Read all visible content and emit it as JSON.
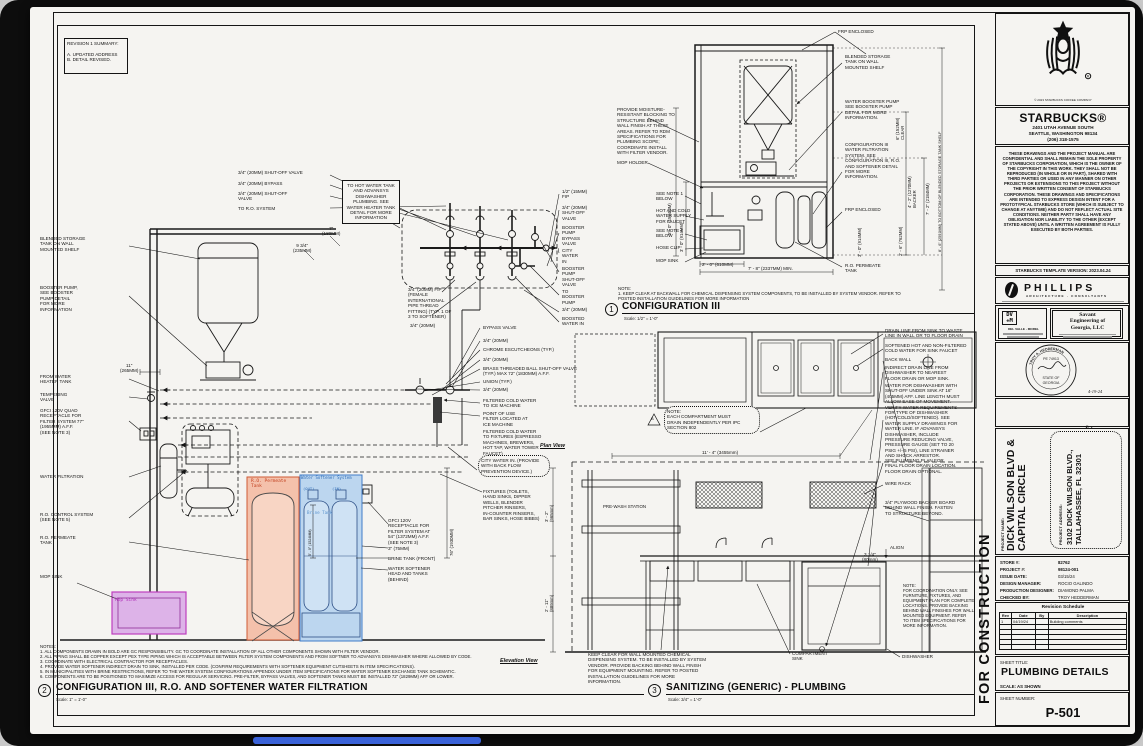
{
  "sheet": {
    "for_construction": "FOR CONSTRUCTION",
    "revision_summary": "REVISION 1 SUMMARY:\n\nA. UPDATED ADDRESS\nB. DETAIL REVISED."
  },
  "d1": {
    "num": "1",
    "title": "CONFIGURATION III",
    "scale": "Scale:  1/2\" = 1'-0\"",
    "note": "NOTE:\n1.  KEEP CLEAR AT BACKWALL FOR CHEMICAL DISPENSING SYSTEM COMPONENTS, TO BE INSTALLED BY SYSTEM VENDOR.  REFER TO\n     POSTED INSTALLATION GUIDELINES FOR MORE INFORMATION",
    "c": [
      "FRP ENCLOSED",
      "BLENDED STORAGE\nTANK ON WALL\nMOUNTED SHELF",
      "WATER BOOSTER PUMP\nSEE BOOSTER PUMP\nDETAIL FOR MORE\nINFORMATION.",
      "CONFIGURATION III\nWATER FILTRATION\nSYSTEM.  SEE\nCONFIGURATION III, R.O.\nAND SOFTENER DETAIL\nFOR MORE\nINFORMATION.",
      "FRP ENCLOSED",
      "R.O. PERMEATE\nTANK",
      "PROVIDE MOISTURE-\nRESISTANT BLOCKING TO\nSTRUCTURE BEHIND\nWALL FINISH AT THESE\nAREAS.  REFER TO RDM\nSPECIFICATIONS FOR\nPLUMBING SCOPE;\nCOORDINATE INSTALL\nWITH FILTER VENDOR.",
      "MOP HOLDER",
      "SEE NOTE 1\nBELOW",
      "HOT AND COLD\nWATER SUPPLY\nFOR FAUCET",
      "SEE NOTE 1\nBELOW",
      "HOSE CLIP",
      "MOP SINK"
    ],
    "dims": [
      "5' - 0\" (1524MM)",
      "3' - 0\" (914MM)",
      "2' - 0\" (610MM)",
      "7' - 8\" (2337MM) MIN.",
      "6\" (152MM)\nCLEAR",
      "4' - 2\" (1270MM)\nBACKER",
      "7' - 2\" (2184MM)",
      "2' - 6\" (762MM)",
      "8' - 6\" (2591MM) TO BOTTOM OF BLENDED STORAGE TANK SHELF",
      "3' - 0\" (914MM)"
    ]
  },
  "d2": {
    "num": "2",
    "title": "CONFIGURATION III, R.O. AND SOFTENER WATER FILTRATION",
    "scale": "Scale:  1\" = 1'-0\"",
    "notes": "NOTES:\n1.  ALL COMPONENTS DRAWN IN BOLD ARE GC RESPONSIBILITY.  GC TO COORDINATE INSTALLATION OF ALL OTHER COMPONENTS SHOWN WITH FILTER VENDOR.\n2.  ALL PIPING SHALL BE COPPER EXCEPT PEX TYPE PIPING WHICH IS ACCEPTABLE BETWEEN FILTER SYSTEM COMPONENTS AND FROM SOFTNER TO ADVANSYS DISHWASHER WHERE ALLOWED BY CODE.\n3.  COORDINATE WITH ELECTRICAL CONTRACTOR FOR RECEPTACLES.\n4.  PROVIDE WATER SOFTENER INDIRECT DRAIN TO SINK, INSTALLED PER CODE. (CONFIRM REQUIREMENTS WITH SOFTENER EQUIPMENT CUTSHEETS IN ITEM SPECIFICATIONS).\n5.  IN MUNICIPALITIES WITH BRINE RESTRICTIONS, REFER TO THE WATER SYSTEM CONFIGURATIONS APPENDIX UNDER ITEM SPECIFICATIONS FOR WATER SOFTENER EXCHANGE TANK SCHEMATIC.\n6.  COMPONENTS ARE TO BE POSITIONED TO MAXIMIZE ACCESS FOR REGULAR SERVICING. PRE-FILTER, BYPASS VALVES, AND SOFTENER TANKS MUST BE INSTALLED 72\" (1829MM) AFF OR LOWER.",
    "c": [
      "BLENDED STORAGE\nTANK ON WALL\nMOUNTED SHELF",
      "BOOSTER PUMP,\nSEE BOOSTER\nPUMP DETAIL\nFOR MORE\nINFORMATION",
      "FROM WATER\nHEATER TANK",
      "TEMPERING\nVALVE",
      "GFCI 120V QUAD\nRECEPTACLE FOR\nFILTER SYSTEM 77\"\n(1955MM) A.F.F.\n(SEE NOTE 3)",
      "WATER FILTRATION",
      "R.O. CONTROL SYSTEM\n(SEE NOTE 5)",
      "R.O. PERMEATE\nTANK",
      "MOP SINK",
      "TO HOT WATER TANK\nAND ADVANSYS\nDISHWASHER\nPLUMBING.  SEE\nWATER HEATER TANK\nDETAIL FOR MORE\nINFORMATION",
      "3/4\" (20MM) SHUT-OFF VALVE",
      "3/4\" (20MM) BYPASS",
      "3/4\" (20MM) SHUT-OFF\nVALVE",
      "TO R.O. SYSTEM",
      "1/2\" (15MM)\nFIP",
      "3/4\" (20MM)\nSHUT-OFF\nVALVE",
      "BOOSTER\nPUMP\nBYPASS\nVALVE",
      "CITY\nWATER\nIN",
      "BOOSTER\nPUMP\nSHUT-OFF\nVALVE",
      "TO\nBOOSTER\nPUMP",
      "3/4\" (20MM)",
      "BOOSTED\nWATER IN",
      "3/4\" (20MM) FIP\n(FEMALE\nINTERNATIONAL\nPIPE THREAD\nFITTING) (TYP. 1 OF\n3 TO SOFTENER)",
      "3/4\" (20MM)",
      "BYPASS VALVE",
      "3/4\" (20MM)",
      "CHROME ESCUTCHEONS (TYP.)",
      "3/4\" (20MM)",
      "BRASS THREADED BALL SHUT-OFF VALVE\n(TYP.) MAX 72\" (1830MM) A.F.F.",
      "UNION (TYP.)",
      "3/4\" (20MM)",
      "FILTERED COLD WATER\nTO ICE MACHINE",
      "POINT OF USE\nFILTER LOCATED AT\nICE MACHINE",
      "FILTERED COLD WATER\nTO FIXTURES (ESPRESSO\nMACHINES, BREWERS,\nHOT TAP, WATER TOWER\nFAUCET)",
      "CITY WATER IN. (PROVIDE\nWITH BACK FLOW\nPREVENTION DEVICE.)",
      "FIXTURES (TOILETS,\nHAND SINKS, DIPPER\nWELLS, BLENDER\nPITCHER RINSERS,\nIN-COUNTER RINSERS,\nBAR SINKS, HOSE BIBBS)",
      "GFCI 120V\nRECEPTACLE FOR\nFILTER SYSTEM AT\n54\" (1372MM) A.F.F.\n(SEE NOTE 3)",
      "3\" (75MM)",
      "BRINE TANK (FRONT)",
      "WATER SOFTENER\nHEAD AND TANKS\n(BEHIND)"
    ],
    "colored": {
      "ro": "R.O. Permeate\nTank",
      "ws": "Water Softener System",
      "out": "(OUT)",
      "in": "(IN)",
      "brine": "Brine Tank",
      "mop": "Mop Sink"
    },
    "dims": [
      "7\"\n(180MM)",
      "9 3/4\"\n(235MM)",
      "11\"\n(265MM)",
      "76\" (1930MM)",
      "5' - 0\" (1524MM)"
    ],
    "elev_label": "Elevation View"
  },
  "d3": {
    "num": "3",
    "title": "SANITIZING (GENERIC) - PLUMBING",
    "scale": "Scale:  3/4\" = 1'-0\"",
    "plan_label": "Plan View",
    "tri": "B",
    "c": [
      "DRAIN LINE FROM SINK TO WASTE\nLINE IN WALL OR TO FLOOR DRAIN",
      "SOFTENED HOT AND NON-FILTERED\nCOLD WATER FOR SINK FAUCET",
      "BACK WALL",
      "INDIRECT DRAIN LINE FROM\nDISHWASHER TO NEAREST\nFLOOR DRAIN OR MOP SINK.",
      "WATER FOR DISHWASHER WITH\nSHUT-OFF UNDER SINK AT 16\"\n(405MM) AFF. LINE LENGTH MUST\nALLOW EASE OF MOVEMENT.\nVERIFY WATER REQUIREMENTS\nFOR TYPE OF DISHWASHER\n(HOT/COLD/SOFTENED). SEE\nWATER SUPPLY DRAWINGS FOR\nWATER LINE.  IF ADVANSYS\nDISHWASHER, INCLUDE\nPRESSURE REDUCING VALVE,\nPRESSURE GAUGE (SET TO 20\nPSIG +/- 5 PSI), LINE STRAINER\nAND SHOCK ARRESTOR.",
      "SEE PLUMBING PLAN FOR\nFINAL FLOOR DRAIN LOCATION.\nFLOOR DRAIN OPTIONAL.",
      "WIRE RACK",
      "3/4\" PLYWOOD BACKER BOARD\nBEHIND WALL FINISH.  FASTEN\nTO STRUCTURE BEYOND.",
      "ALIGN",
      "3 1/4\"\n(80mm)",
      "NOTE:\nFOR COORDINATION ONLY.  SEE\nFURNITURE, FIXTURES, AND\nEQUIPMENT PLAN FOR COMPLETE\nLOCATIONS. PROVIDE BACKING\nBEHIND WALL FINISHES FOR WALL\nMOUNTED EQUIPMENT. REFER\nTO ITEM SPECIFICATIONS FOR\nMORE INFORMATION.",
      "COMPARTMENT\nSINK",
      "DISHWASHER",
      "KEEP CLEAR FOR WALL MOUNTED CHEMICAL\nDISPENSING SYSTEM. TO BE INSTALLED BY SYSTEM\nVENDOR. PROVIDE BACKING BEHIND WALL FINISH\nFOR EQUIPMENT MOUNTING. REFER TO POSTED\nINSTALLATION GUIDELINES FOR MORE INFORMATION.",
      "NOTE:\nEACH COMPARTMENT MUST\nDRAIN INDEPENDENTLY PER IPC\nSECTION 802",
      "PRE-WASH STATION"
    ],
    "dims": [
      "11' - 4\" (3455mm)",
      "3' - 2\"\n(965mm)",
      "2' - 11\"\n(889mm)"
    ]
  },
  "tb": {
    "copyright": "© 2023 STARBUCKS COFFEE COMPANY",
    "brand": "STARBUCKS®",
    "addr1": "2401 UTAH AVENUE SOUTH",
    "addr2": "SEATTLE, WASHINGTON 98134",
    "addr3": "(206) 318-1575",
    "legal": "THESE DRAWINGS AND THE PROJECT MANUAL ARE CONFIDENTIAL AND SHALL REMAIN THE SOLE PROPERTY OF STARBUCKS CORPORATION, WHICH IS THE OWNER OF THE COPYRIGHT IN THIS WORK.  THEY SHALL NOT BE REPRODUCED (IN WHOLE OR IN PART), SHARED WITH THIRD PARTIES OR USED IN ANY MANNER ON OTHER PROJECTS OR EXTENSIONS TO THIS PROJECT WITHOUT THE PRIOR WRITTEN CONSENT OF STARBUCKS CORPORATION.  THESE DRAWINGS AND SPECIFICATIONS ARE INTENDED TO EXPRESS DESIGN INTENT FOR A PROTOTYPICAL STARBUCKS STORE (WHICH IS SUBJECT TO CHANGE AT ANYTIME) AND DO NOT REFLECT ACTUAL SITE CONDITIONS.  NEITHER PARTY SHALL HAVE ANY OBLIGATION NOR LIABILITY TO THE OTHER (EXCEPT STATED ABOVE) UNTIL A WRITTEN AGREEMENT IS FULLY EXECUTED BY BOTH PARTIES.",
    "template": "STARBUCKS TEMPLATE VERSION: 2023.04.24",
    "phillips": "PHILLIPS",
    "phillips_sub": "ARCHITECTURE · CONSULTANTS",
    "dvm_logo": "DV\n+M",
    "dvm_name": "DEL VALLE · MOREL",
    "savant": "Savant\nEngineering of\nGeorgia, LLC",
    "seal": {
      "arc": "TROY A. HEDDERMAN",
      "pe": "PE 74913",
      "state": "STATE OF",
      "place": "GEORGIA",
      "date": "4-19-24"
    },
    "project_name_label": "PROJECT NAME:",
    "project_name": "DICK WILSON BLVD &\nCAPITAL CIRCLE",
    "project_addr_label": "PROJECT ADDRESS:",
    "project_addr": "3102 DICK WILSON BLVD.,\nTALLAHASSEE, FL 32301",
    "tri": "B",
    "store_label": "STORE #:",
    "store": "82762",
    "project_label": "PROJECT #:",
    "project": "98124-001",
    "issue_label": "ISSUE DATE:",
    "issue": "03/15/24",
    "dm_label": "DESIGN MANAGER:",
    "dm": "ROCIO GALINDO",
    "pd_label": "PRODUCTION DESIGNER:",
    "pd": "DIAMOND PALMA",
    "cb_label": "CHECKED BY:",
    "cb": "TROY HEDDERMAN",
    "rev": {
      "title": "Revision Schedule",
      "cols": [
        "Rev",
        "Date",
        "By",
        "Description"
      ],
      "row1": [
        "1",
        "04/19/24",
        "",
        "Building comments"
      ]
    },
    "sheet_title_label": "SHEET TITLE:",
    "sheet_title": "PLUMBING DETAILS",
    "scale_text": "SCALE: AS SHOWN",
    "sheet_no_label": "SHEET NUMBER:",
    "sheet_no": "P-501"
  }
}
